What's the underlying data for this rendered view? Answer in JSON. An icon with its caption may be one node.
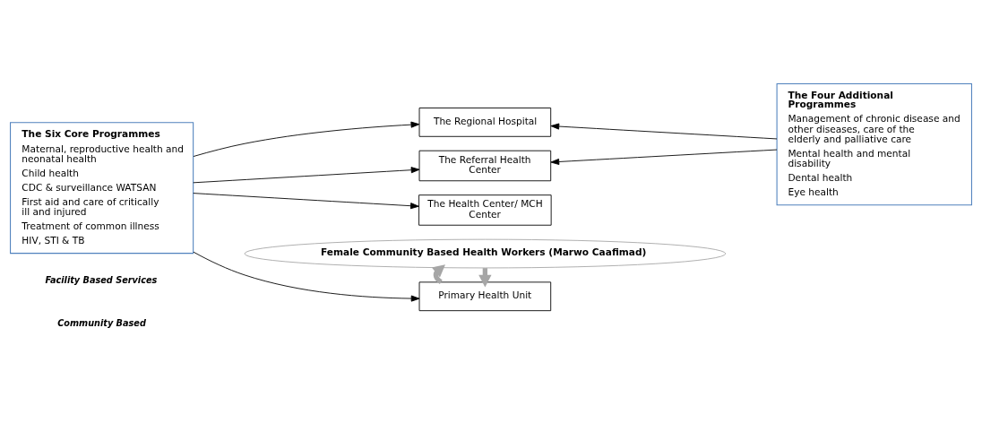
{
  "diagram": {
    "nodes": [
      {
        "text": [
          "The Six Core Programmes",
          "Maternal, reproductive health and neonatal health",
          "Child health",
          "CDC & surveillance WATSAN",
          "First aid and care of critically ill and injured",
          "Treatment of common illness",
          "HIV, STI & TB"
        ]
      },
      {
        "text": [
          "The Regional Hospital"
        ]
      },
      {
        "text": [
          "The Referral Health Center"
        ]
      },
      {
        "text": [
          "The Health Center/ MCH Center"
        ]
      },
      {
        "text": [
          "Primary Health Unit"
        ]
      },
      {
        "text": [
          "The Four Additional Programmes",
          "Management of chronic disease and other diseases, care of the elderly and palliative care",
          "Mental health and mental disability",
          "Dental health",
          "Eye health"
        ]
      },
      {
        "text": [
          "Female Community Based Health Workers (Marwo Caafimad)"
        ]
      }
    ],
    "edges": [
      {
        "from": 0,
        "to": 1,
        "arrow": "to"
      },
      {
        "from": 0,
        "to": 2,
        "arrow": "to"
      },
      {
        "from": 0,
        "to": 3,
        "arrow": "to"
      },
      {
        "from": 0,
        "to": 4,
        "arrow": "to"
      },
      {
        "from": 5,
        "to": 1,
        "arrow": "to"
      },
      {
        "from": 5,
        "to": 2,
        "arrow": "to"
      },
      {
        "from": 6,
        "to": 4,
        "arrow": "to",
        "style": "thick",
        "color": "#a6a6a6"
      },
      {
        "from": 4,
        "to": 6,
        "arrow": "to",
        "style": "thick",
        "color": "#a6a6a6"
      }
    ],
    "labels": [
      "Facility Based Services",
      "Community Based"
    ]
  }
}
